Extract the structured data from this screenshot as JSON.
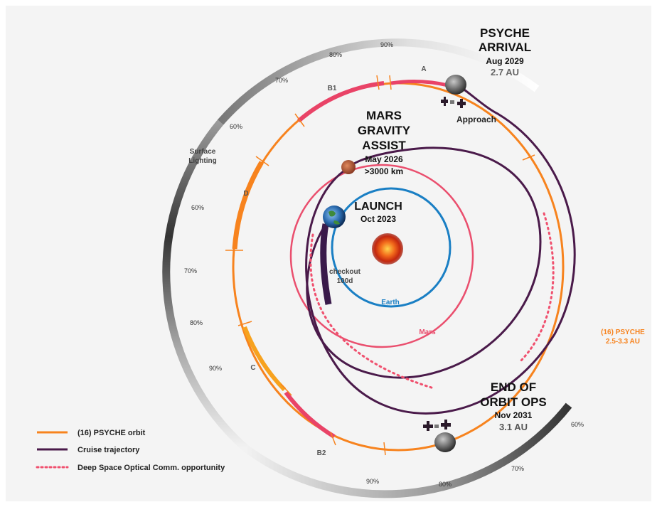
{
  "events": {
    "arrival": {
      "title_1": "PSYCHE",
      "title_2": "ARRIVAL",
      "date": "Aug 2029",
      "distance": "2.7 AU"
    },
    "mars": {
      "title_1": "MARS",
      "title_2": "GRAVITY",
      "title_3": "ASSIST",
      "date": "May 2026",
      "distance": ">3000 km"
    },
    "launch": {
      "title": "LAUNCH",
      "date": "Oct 2023"
    },
    "end": {
      "title_1": "END OF",
      "title_2": "ORBIT OPS",
      "date": "Nov 2031",
      "distance": "3.1 AU"
    }
  },
  "labels": {
    "approach": "Approach",
    "checkout_1": "checkout",
    "checkout_2": "100d",
    "earth": "Earth",
    "mars_orbit": "Mars",
    "psyche_orbit_1": "(16) PSYCHE",
    "psyche_orbit_2": "2.5-3.3 AU",
    "surface_lighting_1": "Surface",
    "surface_lighting_2": "Lighting"
  },
  "orbit_phases": [
    "A",
    "B1",
    "D",
    "C",
    "B2"
  ],
  "lighting_percentages": {
    "top_90": "90%",
    "top_80": "80%",
    "top_70": "70%",
    "left_60a": "60%",
    "left_60b": "60%",
    "left_70": "70%",
    "left_80": "80%",
    "left_90": "90%",
    "bottom_90": "90%",
    "bottom_80": "80%",
    "bottom_70": "70%",
    "right_60": "60%"
  },
  "legend": [
    {
      "label": "(16) PSYCHE orbit",
      "color": "#f7831e",
      "style": "solid"
    },
    {
      "label": "Cruise trajectory",
      "color": "#4a1a4a",
      "style": "solid"
    },
    {
      "label": "Deep Space Optical Comm. opportunity",
      "color": "#f0506e",
      "style": "dotted"
    }
  ],
  "colors": {
    "psyche_orbit": "#f7831e",
    "cruise": "#4a1a4a",
    "mars_orbit": "#ea4f6e",
    "earth_orbit": "#1a7fc4",
    "dsoc": "#f0506e",
    "phase_highlight": "#e94367"
  }
}
